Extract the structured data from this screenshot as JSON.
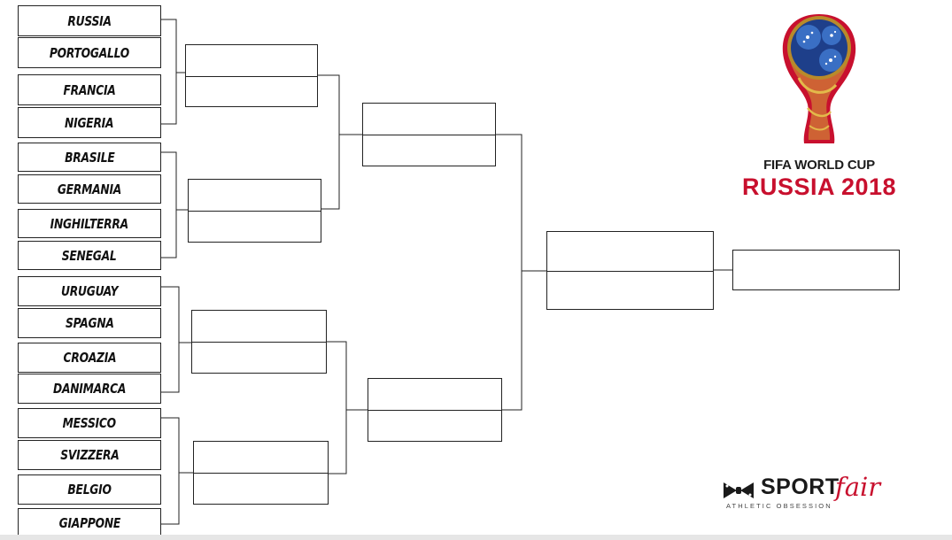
{
  "round_of_16": [
    {
      "team_a": "RUSSIA",
      "team_b": "PORTOGALLO"
    },
    {
      "team_a": "FRANCIA",
      "team_b": "NIGERIA"
    },
    {
      "team_a": "BRASILE",
      "team_b": "GERMANIA"
    },
    {
      "team_a": "INGHILTERRA",
      "team_b": "SENEGAL"
    },
    {
      "team_a": "URUGUAY",
      "team_b": "SPAGNA"
    },
    {
      "team_a": "CROAZIA",
      "team_b": "DANIMARCA"
    },
    {
      "team_a": "MESSICO",
      "team_b": "SVIZZERA"
    },
    {
      "team_a": "BELGIO",
      "team_b": "GIAPPONE"
    }
  ],
  "quarterfinals": [
    {
      "team_a": "",
      "team_b": ""
    },
    {
      "team_a": "",
      "team_b": ""
    },
    {
      "team_a": "",
      "team_b": ""
    },
    {
      "team_a": "",
      "team_b": ""
    }
  ],
  "semifinals": [
    {
      "team_a": "",
      "team_b": ""
    },
    {
      "team_a": "",
      "team_b": ""
    }
  ],
  "final": {
    "team_a": "",
    "team_b": ""
  },
  "champion": "",
  "worldcup_logo": {
    "line1": "FIFA WORLD CUP",
    "line2": "RUSSIA 2018",
    "accent": "#c8102e"
  },
  "sponsor_logo": {
    "word": "SPORT",
    "word_accent": "fair",
    "tagline": "ATHLETIC OBSESSION",
    "accent": "#c8102e"
  }
}
